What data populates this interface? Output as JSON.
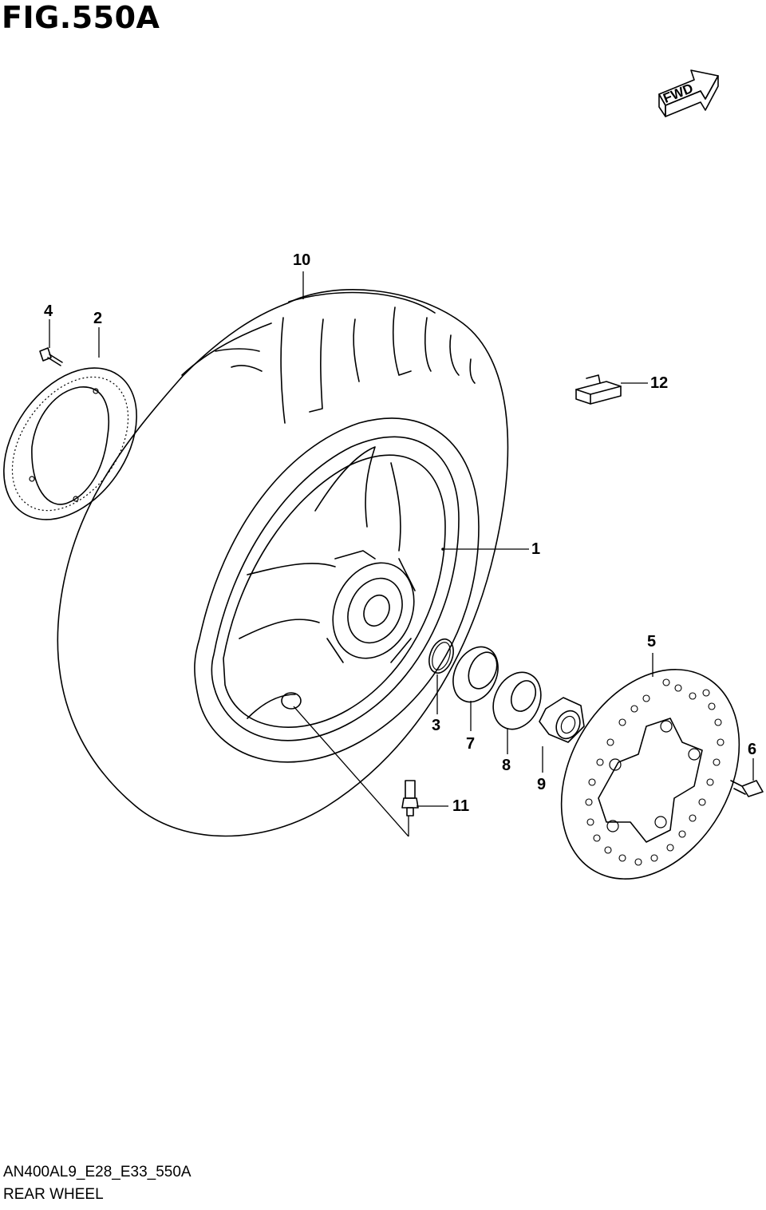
{
  "figure": {
    "title": "FIG.550A",
    "code": "AN400AL9_E28_E33_550A",
    "name": "REAR WHEEL",
    "direction_label": "FWD"
  },
  "callouts": [
    "1",
    "2",
    "3",
    "4",
    "5",
    "6",
    "7",
    "8",
    "9",
    "10",
    "11",
    "12"
  ]
}
